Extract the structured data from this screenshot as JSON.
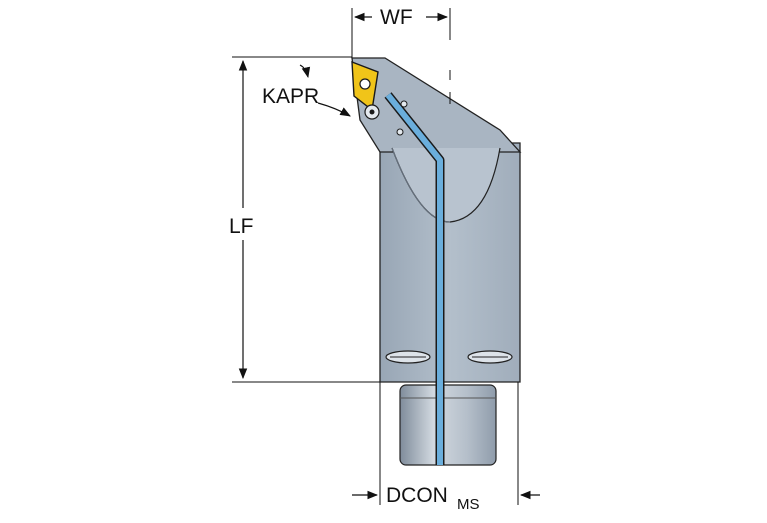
{
  "labels": {
    "wf": "WF",
    "kapr": "KAPR",
    "lf": "LF",
    "dcon_main": "DCON",
    "dcon_sub": "MS"
  },
  "colors": {
    "body_fill": "#a7b3c1",
    "body_shade": "#8d9aa9",
    "shank_fill": "#b9c3ce",
    "coolant": "#6aaedc",
    "insert": "#f0c419",
    "outline": "#1a1a1a"
  },
  "icons": {
    "insert": "rhombic-insert-icon",
    "screw": "clamp-screw-icon",
    "slot": "oval-slot-icon"
  }
}
